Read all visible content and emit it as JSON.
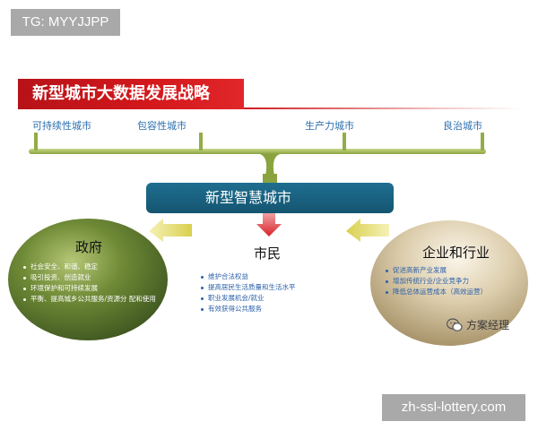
{
  "tag": "TG: MYYJJPP",
  "title": "新型城市大数据发展战略",
  "goals": [
    "可持续性城市",
    "包容性城市",
    "生产力城市",
    "良治城市"
  ],
  "center": "新型智慧城市",
  "government": {
    "title": "政府",
    "items": [
      "社会安全、和谐、稳定",
      "吸引投资、创造就业",
      "环境保护和可持续发展",
      "平衡、提高城乡公共服务/资源分 配和使用"
    ]
  },
  "citizens": {
    "title": "市民",
    "items": [
      "维护合法权益",
      "提高居民生活质量和生活水平",
      "职业发展机会/就业",
      "有效获得公共服务"
    ]
  },
  "enterprise": {
    "title": "企业和行业",
    "items": [
      "促进高新产业发展",
      "增加传统行业/企业竞争力",
      "降低总体运营成本（高效运营）"
    ]
  },
  "watermark": "方案经理",
  "footer": "zh-ssl-lottery.com",
  "colors": {
    "title_red": "#d4181c",
    "main_box": "#1a6483",
    "goal_text": "#2c6fae",
    "bar_green": "#a0ba52",
    "government_circle": "#5f7a2e",
    "enterprise_circle": "#c7b48e",
    "arrow_red": "#d8232a",
    "arrow_yellow": "#e2d960"
  },
  "icons": {
    "watermark": "wechat-icon"
  }
}
